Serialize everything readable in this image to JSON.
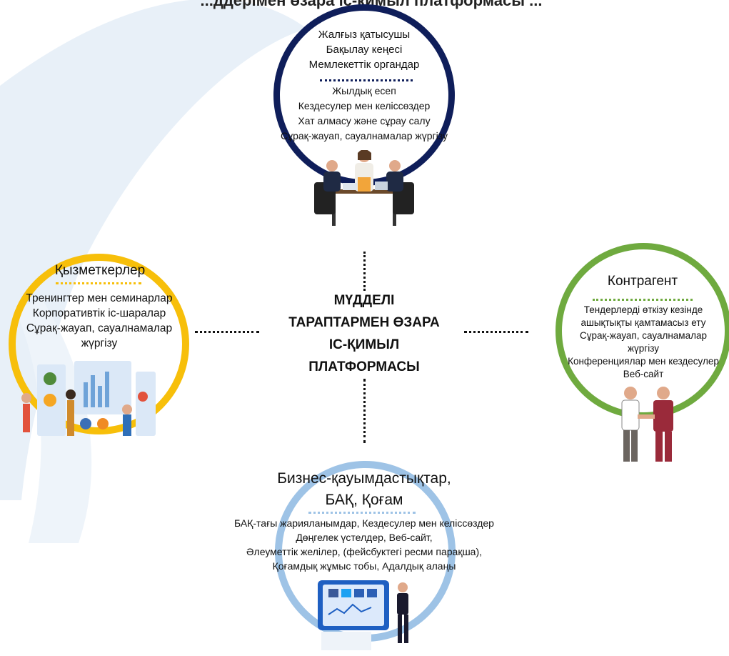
{
  "header": {
    "text": "...ддерімен өзара іс-қимыл платформасы ..."
  },
  "center": {
    "lines": [
      "МҮДДЕЛІ",
      "ТАРАПТАРМЕН ӨЗАРА",
      "ІС-ҚИМЫЛ",
      "ПЛАТФОРМАСЫ"
    ]
  },
  "top": {
    "groups": [
      "Жалғыз қатысушы",
      "Бақылау кеңесі",
      "Мемлекеттік органдар"
    ],
    "items": [
      "Жылдық есеп",
      "Кездесулер мен келіссөздер",
      "Хат алмасу және сұрау салу",
      "Сұрақ-жауап, сауалнамалар жүргізу"
    ]
  },
  "left": {
    "title": "Қызметкерлер",
    "items": [
      "Тренингтер мен семинарлар",
      "Корпоративтік іс-шаралар",
      "Сұрақ-жауап, сауалнамалар",
      "жүргізу"
    ]
  },
  "right": {
    "title": "Контрагент",
    "items": [
      "Тендерлерді өткізу кезінде",
      "ашықтықты қамтамасыз ету",
      "Сұрақ-жауап, сауалнамалар",
      "жүргізу",
      "Конференциялар мен кездесулер",
      "Веб-сайт"
    ]
  },
  "bottom": {
    "title_lines": [
      "Бизнес-қауымдастықтар,",
      "БАҚ, Қоғам"
    ],
    "items": [
      "БАҚ-тағы жарияланымдар, Кездесулер мен келіссөздер",
      "Дөңгелек үстелдер, Веб-сайт,",
      "Әлеуметтік желілер, (фейсбуктегі ресми парақша),",
      "Қоғамдық жұмыс тобы, Адалдық алаңы"
    ]
  },
  "colors": {
    "top_ring": "#0f1e5a",
    "left_ring": "#f7bf0a",
    "right_ring": "#6faa3f",
    "bottom_ring": "#9ec3e6",
    "bg_shape": "#eaf1f8"
  }
}
